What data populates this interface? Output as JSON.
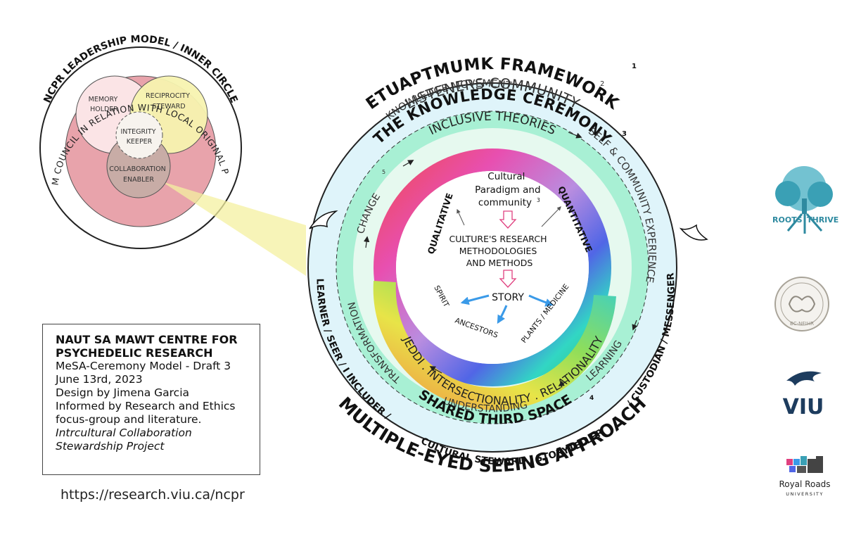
{
  "inner_circle": {
    "arc_top": "NCPR LEADERSHIP MODEL / INNER CIRCLE",
    "arc_mid": "WISDOM COUNCIL IN RELATION WITH LOCAL ORIGINAL PEOPLES",
    "roles": {
      "memory": [
        "MEMORY",
        "HOLDER"
      ],
      "reciprocity": [
        "RECIPROCITY",
        "STEWARD"
      ],
      "integrity": [
        "INTEGRITY",
        "KEEPER"
      ],
      "collaboration": [
        "COLLABORATION",
        "ENABLER"
      ]
    }
  },
  "framework": {
    "title": "ETUAPTMUMK FRAMEWORK",
    "title_sup": "1",
    "listeners": "LISTENERS COMMUNITY",
    "listeners_sup": "2",
    "ceremony": "THE KNOWLEDGE CEREMONY",
    "ceremony_sup": "3",
    "knowledge_movement": "KNOWLEDGE MOVEMENT",
    "self_community": "SELF & COMMUNITY EXPERIENCE",
    "change": "CHANGE",
    "change_sup": "5",
    "transformation": "TRANSFORMATION",
    "understanding": "UNDERSTANDING",
    "learning": "LEARNING",
    "inclusive": "INCLUSIVE THEORIES",
    "jeddi": "JEDDI . INTERSECTIONALITY . RELATIONALITY",
    "shared": "SHARED THIRD SPACE",
    "shared_sup": "4",
    "multiple": "MULTIPLE-EYED SEEING APPROACH",
    "roles_left": "LEARNER  /  SEER  /  I INCLUDER  /",
    "roles_bottom": "CULTURAL STEWARD  /  STORYTELLER",
    "roles_right": "/  CUSTODIAN  /  MESSENGER"
  },
  "center": {
    "cultural": [
      "Cultural",
      "Paradigm and",
      "community"
    ],
    "cultural_sup": "3",
    "qualitative": "QUALITATIVE",
    "quantitative": "QUANTITATIVE",
    "methods": [
      "CULTURE'S RESEARCH",
      "METHODOLOGIES",
      "AND METHODS"
    ],
    "story": "STORY",
    "spirit": "SPIRIT",
    "ancestors": "ANCESTORS",
    "plants": "PLANTS / MEDICINE"
  },
  "info": {
    "title": [
      "NAUT SA MAWT CENTRE FOR",
      "PSYCHEDELIC RESEARCH"
    ],
    "lines": [
      "MeSA-Ceremony Model - Draft 3",
      "June 13rd, 2023",
      "Design by Jimena Garcia",
      "Informed by Research and Ethics",
      "focus-group and literature."
    ],
    "italic": [
      "Intrcultural Collaboration",
      "Stewardship Project"
    ]
  },
  "url": "https://research.viu.ca/ncpr",
  "logos": {
    "roots": [
      "ROOTS",
      "THRIVE"
    ],
    "bcneihr": "BC-NEIHR",
    "viu": "VIU",
    "royal_roads": [
      "Royal Roads",
      "UNIVERSITY"
    ]
  },
  "colors": {
    "outer_band": "#dff4fa",
    "green_band": "#a8f0d4",
    "inner_pink": "#e8a3ab",
    "memory": "#fbe4e6",
    "reciprocity": "#f7f4b0",
    "collaboration": "#c8aca6",
    "connector": "#f4f0a0",
    "roots_teal": "#3aa0b5",
    "viu_navy": "#1d3c5e"
  }
}
